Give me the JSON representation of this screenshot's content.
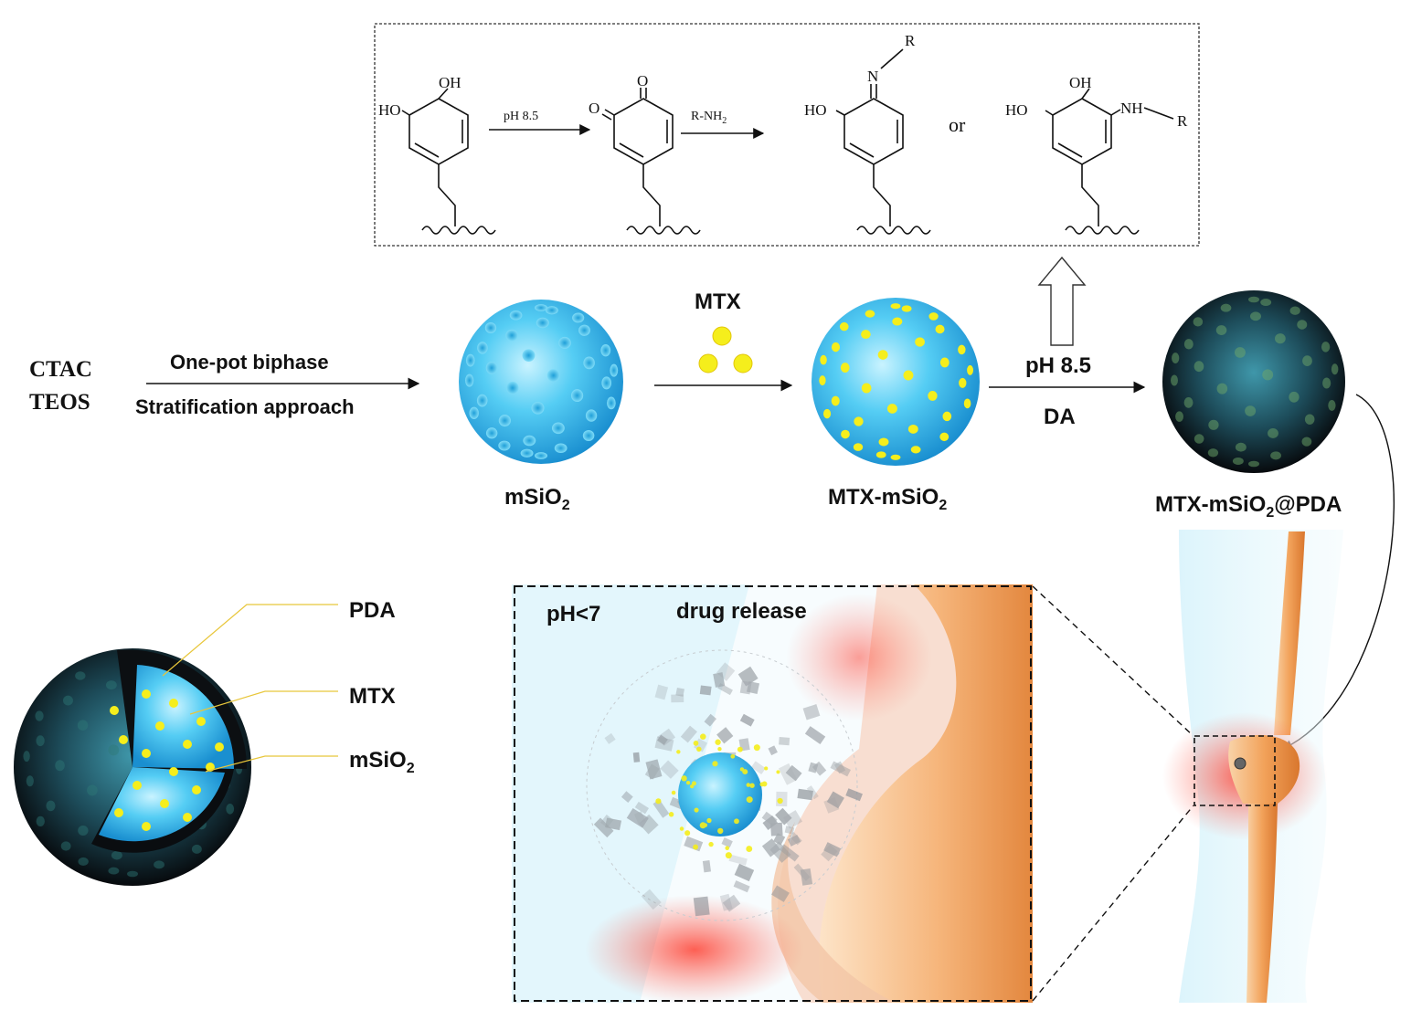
{
  "scheme": {
    "ph_step": "pH 8.5",
    "amine_step": "R-NH",
    "amine_sub": "2",
    "or_word": "or",
    "groups": {
      "oh": "OH",
      "ho": "HO",
      "o": "O",
      "n": "N",
      "r": "R",
      "nh": "NH"
    }
  },
  "synthesis": {
    "reagent_1": "CTAC",
    "reagent_2": "TEOS",
    "step1_top": "One-pot biphase",
    "step1_bottom": "Stratification  approach",
    "drug_label": "MTX",
    "step3_top": "pH 8.5",
    "step3_bottom": "DA",
    "np1_name": "mSiO",
    "np1_sub": "2",
    "np2_name": "MTX-mSiO",
    "np2_sub": "2",
    "np3_name": "MTX-mSiO",
    "np3_sub": "2",
    "np3_suffix": "@PDA"
  },
  "structure": {
    "layer_pda": "PDA",
    "layer_mtx": "MTX",
    "layer_msio": "mSiO",
    "layer_msio_sub": "2"
  },
  "release": {
    "ph_label": "pH<7",
    "title": "drug release"
  },
  "colors": {
    "silica_blue": "#2bb6ea",
    "drug_yellow": "#f5ee1c",
    "pda_black": "#111820",
    "inflammation_red": "#f04a3a",
    "bone_orange": "#f2a25a"
  }
}
